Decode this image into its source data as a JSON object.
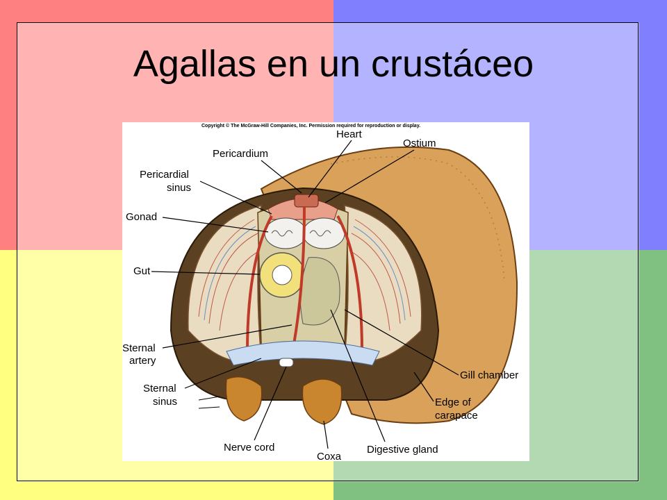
{
  "slide": {
    "title": "Agallas en un crustáceo",
    "colors": {
      "top_left": "#ff8080",
      "top_right": "#8080ff",
      "bottom_left": "#ffff80",
      "bottom_right": "#80c080"
    }
  },
  "figure": {
    "copyright": "Copyright © The McGraw-Hill Companies, Inc. Permission required for reproduction or display.",
    "labels": {
      "heart": "Heart",
      "ostium": "Ostium",
      "pericardium": "Pericardium",
      "pericardial_1": "Pericardial",
      "pericardial_2": "sinus",
      "gonad": "Gonad",
      "gut": "Gut",
      "sternal_artery_1": "Sternal",
      "sternal_artery_2": "artery",
      "sternal_sinus_1": "Sternal",
      "sternal_sinus_2": "sinus",
      "gill_chamber": "Gill chamber",
      "edge_1": "Edge of",
      "edge_2": "carapace",
      "nerve_cord": "Nerve cord",
      "coxa": "Coxa",
      "digestive_gland": "Digestive gland"
    }
  }
}
